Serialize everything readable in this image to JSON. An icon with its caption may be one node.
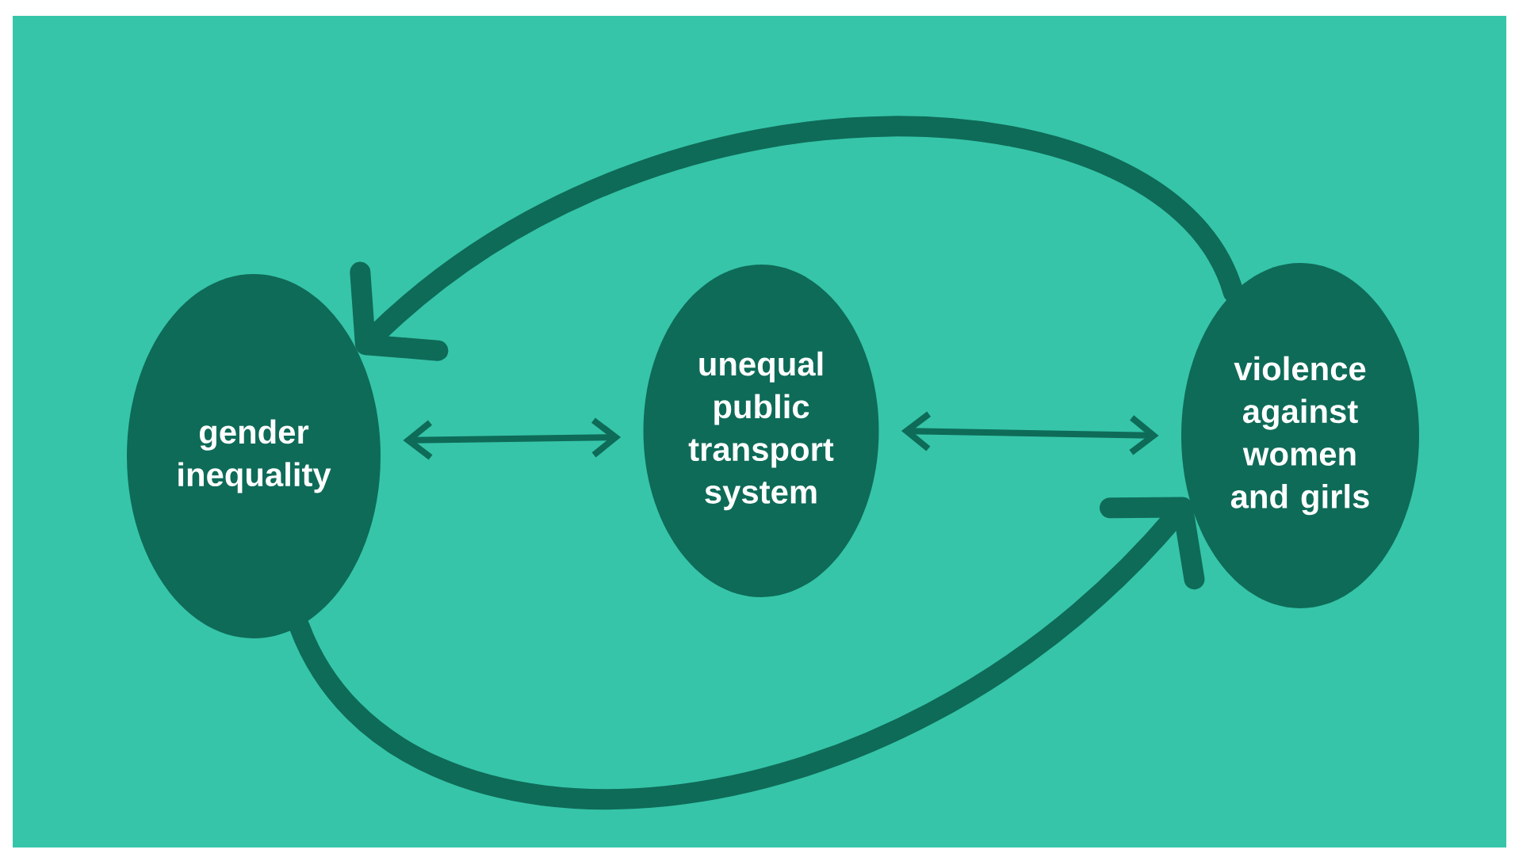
{
  "diagram": {
    "nodes": [
      {
        "text": [
          "gender inequality"
        ]
      },
      {
        "text": [
          "unequal public transport system"
        ]
      },
      {
        "text": [
          "violence against women and girls"
        ]
      }
    ],
    "edges": [
      {
        "from": 0,
        "to": 1,
        "arrow": "both"
      },
      {
        "from": 1,
        "to": 2,
        "arrow": "both"
      },
      {
        "from": 2,
        "to": 0,
        "arrow": "to",
        "style": "thick"
      },
      {
        "from": 0,
        "to": 2,
        "arrow": "to",
        "style": "thick"
      }
    ]
  }
}
